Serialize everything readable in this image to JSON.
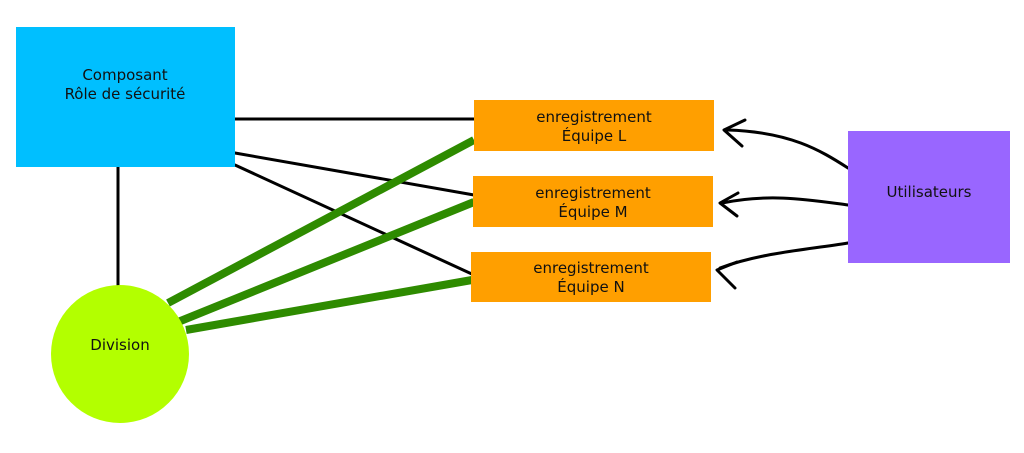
{
  "nodes": {
    "security_role": {
      "lines": [
        "Composant",
        "Rôle de sécurité"
      ],
      "color": "#00bfff"
    },
    "division": {
      "label": "Division",
      "color": "#b3ff00"
    },
    "record_team_l": {
      "lines": [
        "enregistrement",
        "Équipe L"
      ],
      "color": "#ff9f00"
    },
    "record_team_m": {
      "lines": [
        "enregistrement",
        "Équipe M"
      ],
      "color": "#ff9f00"
    },
    "record_team_n": {
      "lines": [
        "enregistrement",
        "Équipe N"
      ],
      "color": "#ff9f00"
    },
    "users": {
      "label": "Utilisateurs",
      "color": "#9966ff"
    }
  },
  "edge_colors": {
    "black": "#000000",
    "green": "#2e8b00"
  }
}
